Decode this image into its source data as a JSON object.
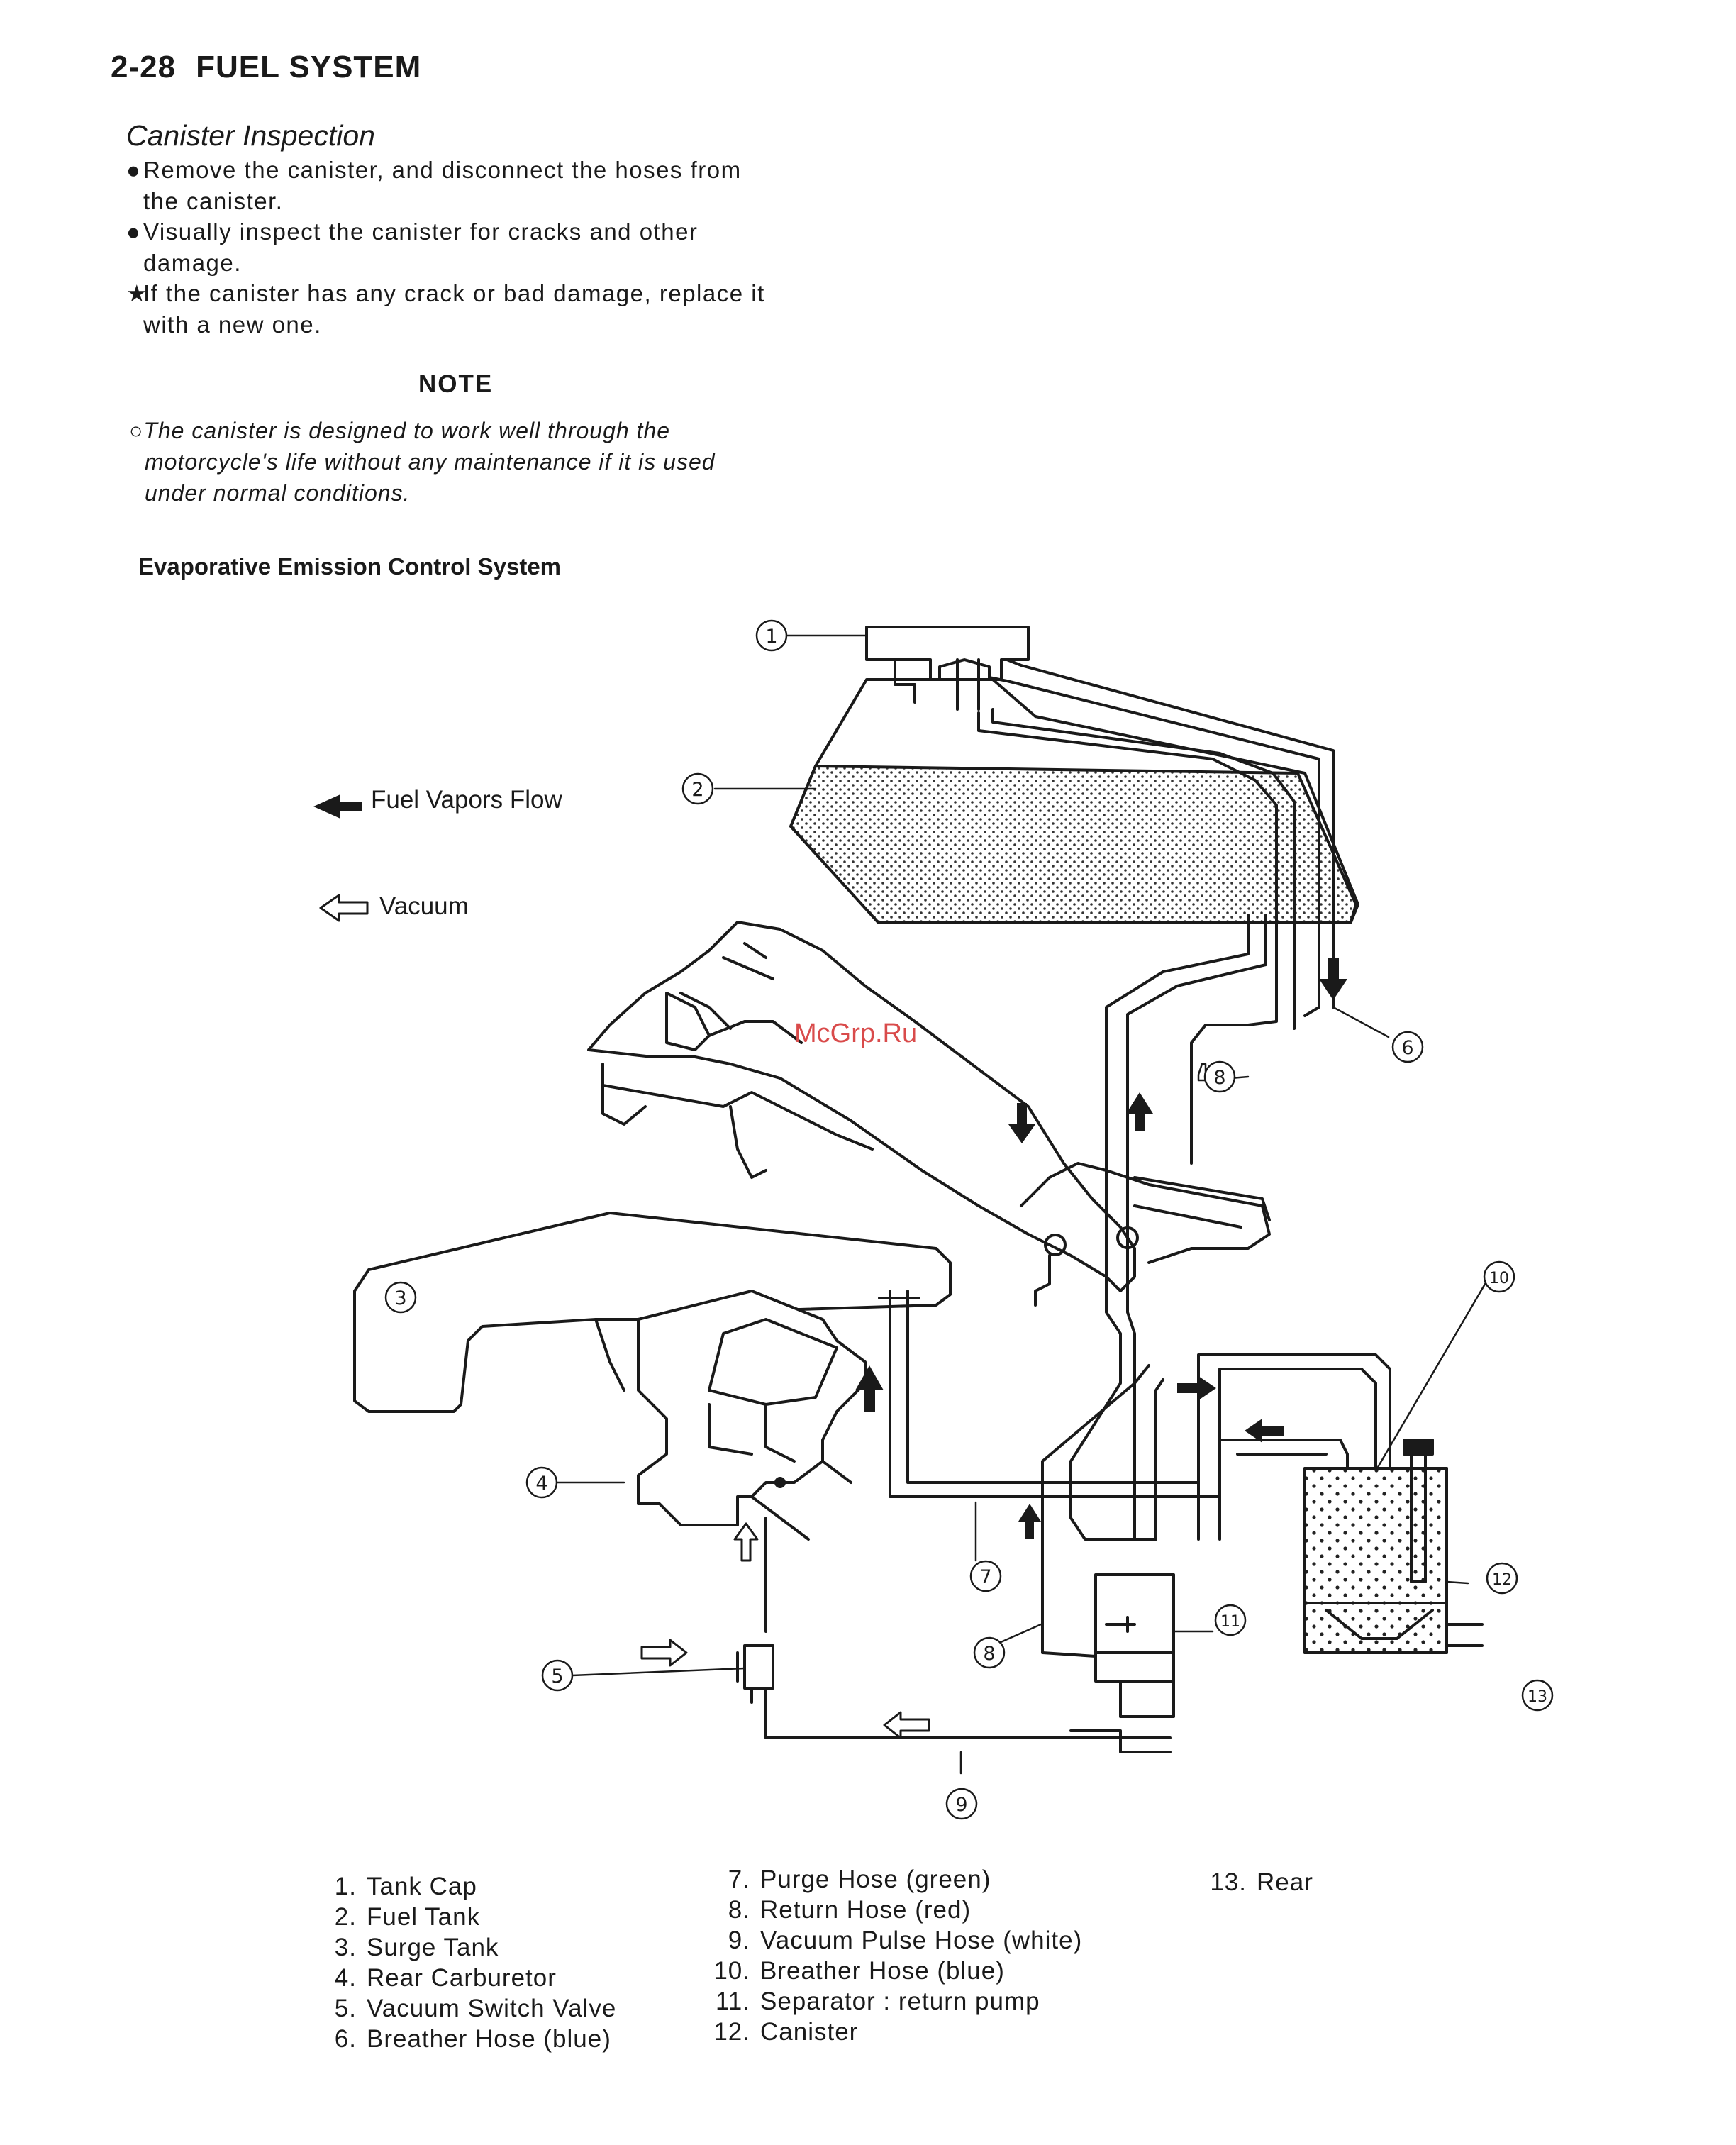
{
  "header": {
    "page_number": "2-28",
    "title": "FUEL SYSTEM"
  },
  "section": {
    "title": "Canister Inspection",
    "steps": [
      {
        "marker": "●",
        "text": "Remove the canister, and disconnect the hoses from",
        "cont": "the canister."
      },
      {
        "marker": "●",
        "text": "Visually inspect the canister for cracks and other",
        "cont": "damage."
      },
      {
        "marker": "★",
        "text": "If the canister has any crack or bad damage, replace it",
        "cont": "with a new one."
      }
    ]
  },
  "note": {
    "heading": "NOTE",
    "marker": "○",
    "lines": [
      "The canister is designed to work well through the",
      "motorcycle's life without any maintenance if it is used",
      "under normal conditions."
    ]
  },
  "diagram": {
    "title": "Evaporative Emission Control System",
    "legend": {
      "fuel_vapors": "Fuel Vapors Flow",
      "vacuum": "Vacuum"
    },
    "watermark": "McGrp.Ru",
    "callouts": [
      "1",
      "2",
      "3",
      "4",
      "5",
      "6",
      "7",
      "8",
      "8",
      "9",
      "10",
      "11",
      "12",
      "13"
    ],
    "colors": {
      "line": "#1a1a1a",
      "fuel_fill": "#bdbdbd",
      "watermark": "#d94b4b"
    }
  },
  "parts": {
    "col1": [
      {
        "n": "1.",
        "label": "Tank Cap"
      },
      {
        "n": "2.",
        "label": "Fuel Tank"
      },
      {
        "n": "3.",
        "label": "Surge Tank"
      },
      {
        "n": "4.",
        "label": "Rear Carburetor"
      },
      {
        "n": "5.",
        "label": "Vacuum Switch Valve"
      },
      {
        "n": "6.",
        "label": "Breather Hose (blue)"
      }
    ],
    "col2": [
      {
        "n": "7.",
        "label": "Purge Hose (green)"
      },
      {
        "n": "8.",
        "label": "Return Hose (red)"
      },
      {
        "n": "9.",
        "label": "Vacuum Pulse Hose (white)"
      },
      {
        "n": "10.",
        "label": "Breather Hose (blue)"
      },
      {
        "n": "11.",
        "label": "Separator : return pump"
      },
      {
        "n": "12.",
        "label": "Canister"
      }
    ],
    "col3": [
      {
        "n": "13.",
        "label": "Rear"
      }
    ]
  }
}
